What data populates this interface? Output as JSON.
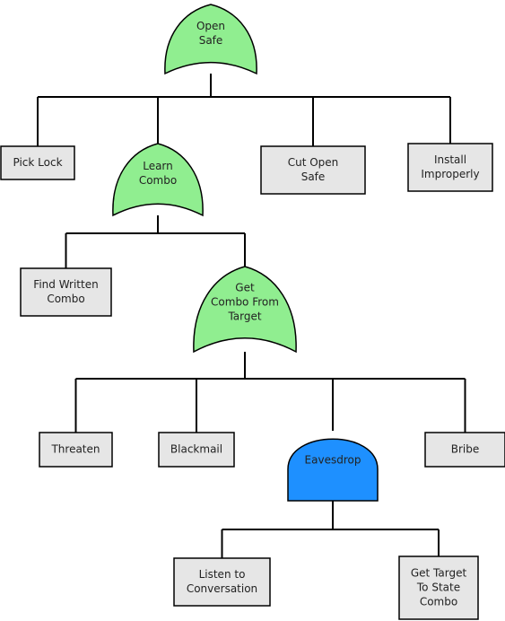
{
  "diagram": {
    "colors": {
      "or_gate_fill": "#90ee90",
      "and_gate_fill": "#1e90ff",
      "leaf_fill": "#e6e6e6",
      "line": "#000000"
    },
    "nodes": {
      "open_safe": {
        "kind": "or-gate",
        "lines": [
          "Open",
          "Safe"
        ]
      },
      "pick_lock": {
        "kind": "leaf",
        "lines": [
          "Pick Lock"
        ]
      },
      "learn_combo": {
        "kind": "or-gate",
        "lines": [
          "Learn",
          "Combo"
        ]
      },
      "cut_open_safe": {
        "kind": "leaf",
        "lines": [
          "Cut Open",
          "Safe"
        ]
      },
      "install_improperly": {
        "kind": "leaf",
        "lines": [
          "Install",
          "Improperly"
        ]
      },
      "find_written_combo": {
        "kind": "leaf",
        "lines": [
          "Find Written",
          "Combo"
        ]
      },
      "get_combo_from_target": {
        "kind": "or-gate",
        "lines": [
          "Get",
          "Combo From",
          "Target"
        ]
      },
      "threaten": {
        "kind": "leaf",
        "lines": [
          "Threaten"
        ]
      },
      "blackmail": {
        "kind": "leaf",
        "lines": [
          "Blackmail"
        ]
      },
      "eavesdrop": {
        "kind": "and-gate",
        "lines": [
          "Eavesdrop"
        ]
      },
      "bribe": {
        "kind": "leaf",
        "lines": [
          "Bribe"
        ]
      },
      "listen_to_conversation": {
        "kind": "leaf",
        "lines": [
          "Listen to",
          "Conversation"
        ]
      },
      "get_target_to_state_combo": {
        "kind": "leaf",
        "lines": [
          "Get Target",
          "To State",
          "Combo"
        ]
      }
    },
    "edges": [
      [
        "open_safe",
        "pick_lock"
      ],
      [
        "open_safe",
        "learn_combo"
      ],
      [
        "open_safe",
        "cut_open_safe"
      ],
      [
        "open_safe",
        "install_improperly"
      ],
      [
        "learn_combo",
        "find_written_combo"
      ],
      [
        "learn_combo",
        "get_combo_from_target"
      ],
      [
        "get_combo_from_target",
        "threaten"
      ],
      [
        "get_combo_from_target",
        "blackmail"
      ],
      [
        "get_combo_from_target",
        "eavesdrop"
      ],
      [
        "get_combo_from_target",
        "bribe"
      ],
      [
        "eavesdrop",
        "listen_to_conversation"
      ],
      [
        "eavesdrop",
        "get_target_to_state_combo"
      ]
    ]
  }
}
